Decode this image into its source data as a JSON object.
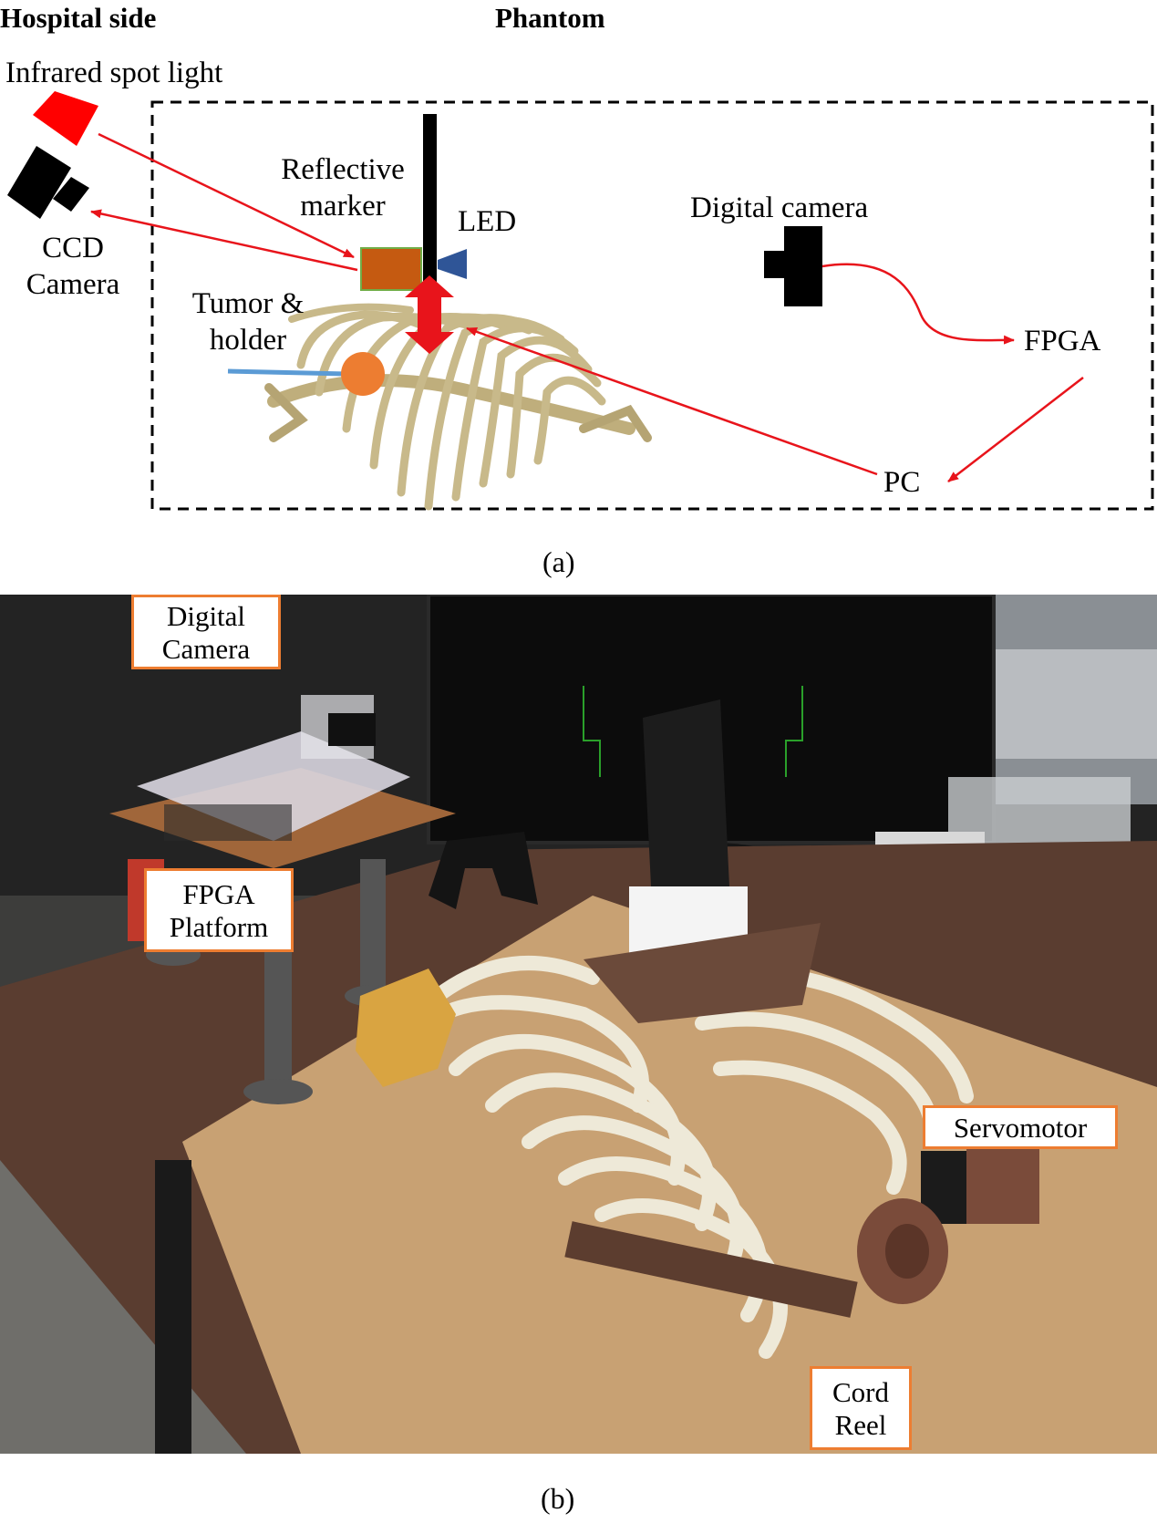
{
  "panel_a": {
    "hospital_side": "Hospital side",
    "phantom": "Phantom",
    "infrared_spot_light": "Infrared spot light",
    "ccd_camera_line1": "CCD",
    "ccd_camera_line2": "Camera",
    "reflective_marker_line1": "Reflective",
    "reflective_marker_line2": "marker",
    "led": "LED",
    "tumor_line1": "Tumor &",
    "tumor_line2": "holder",
    "digital_camera": "Digital camera",
    "fpga": "FPGA",
    "pc": "PC",
    "caption": "(a)"
  },
  "panel_b": {
    "digital_camera_line1": "Digital",
    "digital_camera_line2": "Camera",
    "fpga_platform_line1": "FPGA",
    "fpga_platform_line2": "Platform",
    "servomotor": "Servomotor",
    "cord_reel_line1": "Cord",
    "cord_reel_line2": "Reel",
    "caption": "(b)"
  },
  "colors": {
    "arrow_red": "#e8141b",
    "spot_light_red": "#ff0000",
    "marker_orange": "#c55a11",
    "marker_border": "#70ad47",
    "led_blue": "#2f5597",
    "tumor_orange": "#ed7d31",
    "holder_blue": "#5b9bd5",
    "callout_border": "#ed7d31"
  }
}
